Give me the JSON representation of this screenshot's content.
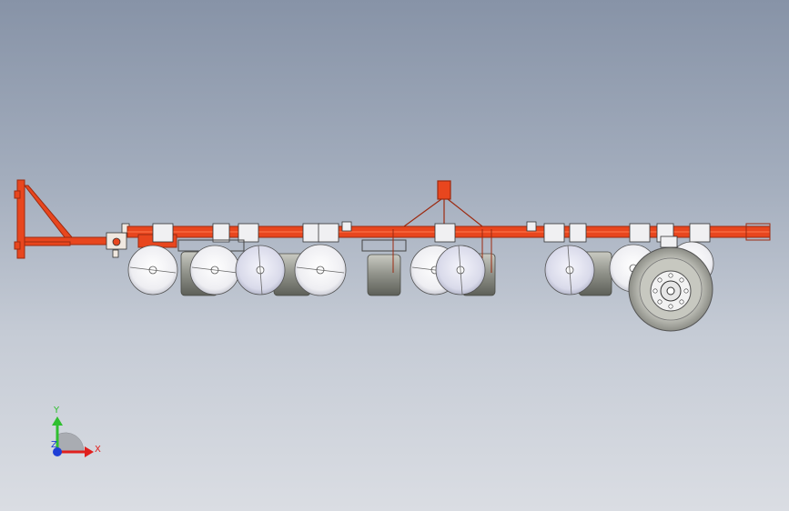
{
  "viewport": {
    "colors": {
      "background_top": "#8793a7",
      "background_bottom": "#dadde3",
      "frame": "#e8461e",
      "frame_dark": "#9c2a10",
      "disc": "#f2f2f4",
      "disc_shaded": "#dcdde8",
      "roller": "#9a9c94",
      "tire": "#b9bab2",
      "hub": "#efefef"
    },
    "model": {
      "name": "disc-harrow-assembly",
      "components": [
        "hitch-frame",
        "main-beam",
        "lift-bracket",
        "disc-gangs",
        "rollers",
        "transport-wheel"
      ]
    },
    "triad": {
      "x_label": "X",
      "y_label": "Y",
      "z_label": "Z",
      "x_color": "#e0201e",
      "y_color": "#2fbf2f",
      "z_color": "#1f3fd6"
    }
  }
}
